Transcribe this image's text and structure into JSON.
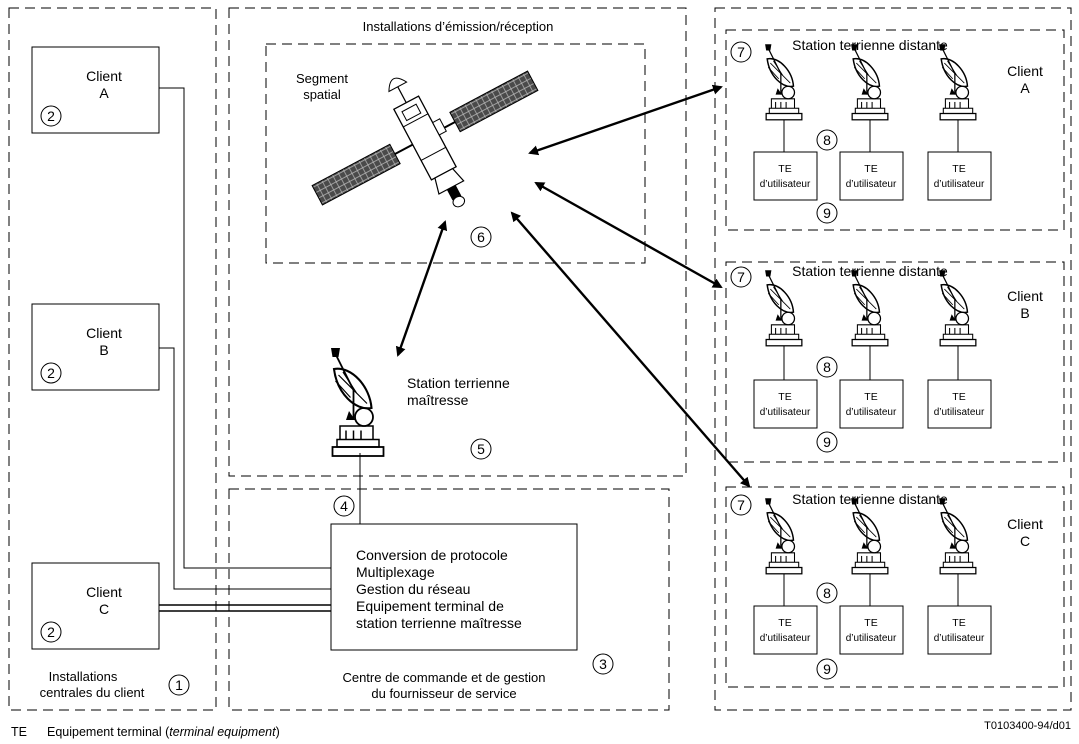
{
  "regions": {
    "client_premises": {
      "label_line1": "Installations",
      "label_line2": "centrales du client",
      "marker": "1"
    },
    "tx_rx": {
      "label": "Installations d’émission/réception"
    },
    "control_centre": {
      "label_line1": "Centre de commande et de gestion",
      "label_line2": "du fournisseur de service",
      "marker": "3"
    }
  },
  "clients": [
    {
      "line1": "Client",
      "line2": "A",
      "marker": "2"
    },
    {
      "line1": "Client",
      "line2": "B",
      "marker": "2"
    },
    {
      "line1": "Client",
      "line2": "C",
      "marker": "2"
    }
  ],
  "space_segment": {
    "line1": "Segment",
    "line2": "spatial",
    "marker": "6"
  },
  "master_station": {
    "line1": "Station terrienne",
    "line2": "maîtresse",
    "marker": "5"
  },
  "connection_marker": "4",
  "functions_box": {
    "lines": [
      "Conversion de protocole",
      "Multiplexage",
      "Gestion du réseau",
      "Equipement terminal de",
      "station terrienne maîtresse"
    ]
  },
  "remote_stations": [
    {
      "title": "Station terrienne distante",
      "client_line1": "Client",
      "client_line2": "A",
      "marker_station": "7",
      "marker_link": "8",
      "marker_te": "9",
      "te": [
        {
          "line1": "TE",
          "line2": "d’utilisateur"
        },
        {
          "line1": "TE",
          "line2": "d’utilisateur"
        },
        {
          "line1": "TE",
          "line2": "d’utilisateur"
        }
      ]
    },
    {
      "title": "Station terrienne distante",
      "client_line1": "Client",
      "client_line2": "B",
      "marker_station": "7",
      "marker_link": "8",
      "marker_te": "9",
      "te": [
        {
          "line1": "TE",
          "line2": "d’utilisateur"
        },
        {
          "line1": "TE",
          "line2": "d’utilisateur"
        },
        {
          "line1": "TE",
          "line2": "d’utilisateur"
        }
      ]
    },
    {
      "title": "Station terrienne distante",
      "client_line1": "Client",
      "client_line2": "C",
      "marker_station": "7",
      "marker_link": "8",
      "marker_te": "9",
      "te": [
        {
          "line1": "TE",
          "line2": "d’utilisateur"
        },
        {
          "line1": "TE",
          "line2": "d’utilisateur"
        },
        {
          "line1": "TE",
          "line2": "d’utilisateur"
        }
      ]
    }
  ],
  "legend": {
    "abbr": "TE",
    "text": "Equipement terminal (",
    "italic": "terminal equipment",
    "close": ")"
  },
  "figure_ref": "T0103400-94/d01",
  "colors": {
    "stroke": "#000000",
    "satellite_panel": "#555555",
    "background": "#ffffff"
  }
}
